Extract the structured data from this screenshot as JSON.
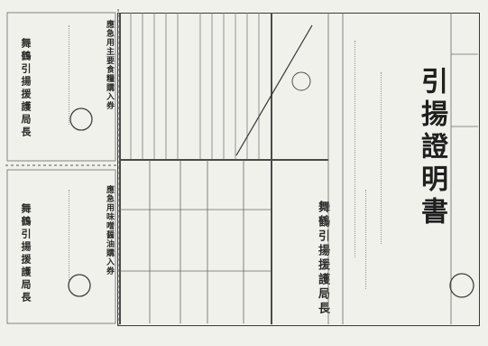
{
  "certificate": {
    "title": "引揚證明書",
    "issuer": "舞鶴引揚援護局長",
    "serial": "",
    "date_line": "",
    "name": "",
    "prefecture": "",
    "address": "",
    "age": "",
    "origin": "",
    "arrival_text": "",
    "arrival_date": ""
  },
  "rice_form": {
    "title": "應急用主要食糧購入券",
    "field_person_label": "",
    "field_person_value": "",
    "field_price_label": "",
    "date": "",
    "issuer": "舞鶴引揚援護局長"
  },
  "miso_form": {
    "title": "應急用味噌醤油購入券",
    "field_person_label": "",
    "field_person_value": "",
    "field_price_label": "",
    "date": "",
    "issuer": "舞鶴引揚援護局長"
  },
  "center_table": {
    "col_labels": [],
    "issue_label": ""
  },
  "lower_table": {
    "item_headers": [],
    "item_values": []
  }
}
